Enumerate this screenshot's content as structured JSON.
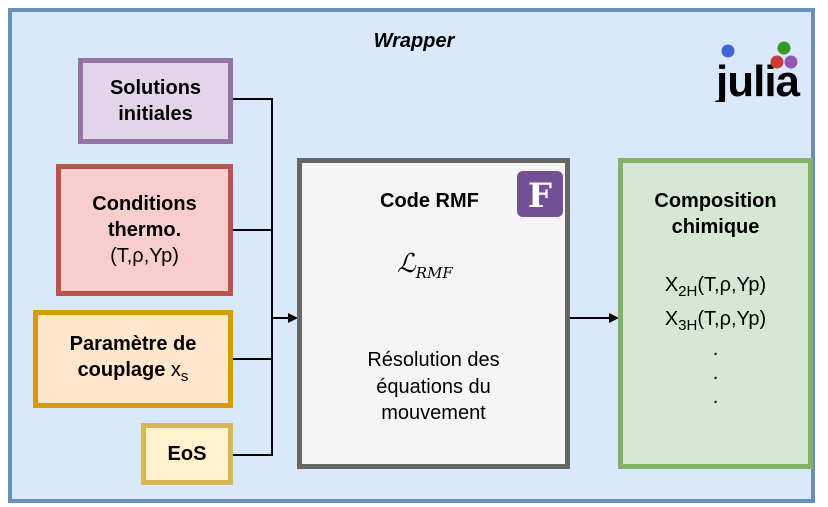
{
  "wrapper": {
    "title": "Wrapper"
  },
  "logo": {
    "text": "julia"
  },
  "inputs": {
    "initial": {
      "line1": "Solutions",
      "line2": "initiales"
    },
    "thermo": {
      "line1": "Conditions",
      "line2": "thermo.",
      "line3": "(T,ρ,Yp)"
    },
    "coupling": {
      "line1": "Paramètre de",
      "line2": "couplage",
      "symbol": "x",
      "symbol_sub": "s"
    },
    "eos": {
      "label": "EoS"
    }
  },
  "rmf": {
    "title": "Code RMF",
    "fortran_letter": "F",
    "lagrangian": "ℒ",
    "lagrangian_sub": "RMF",
    "line1": "Résolution des",
    "line2": "équations du",
    "line3": "mouvement"
  },
  "output": {
    "title1": "Composition",
    "title2": "chimique",
    "item1_base": "X",
    "item1_sub": "2H",
    "item1_args": "(T,ρ,Yp)",
    "item2_base": "X",
    "item2_sub": "3H",
    "item2_args": "(T,ρ,Yp)",
    "dots": [
      ".",
      ".",
      "."
    ]
  },
  "colors": {
    "wrapper_fill": "#dae8fc",
    "wrapper_stroke": "#6c8ebf",
    "fortran": "#734f96",
    "julia_blue": "#4063d8",
    "julia_red": "#cb3c33",
    "julia_green": "#389826",
    "julia_purple": "#9558b2"
  }
}
